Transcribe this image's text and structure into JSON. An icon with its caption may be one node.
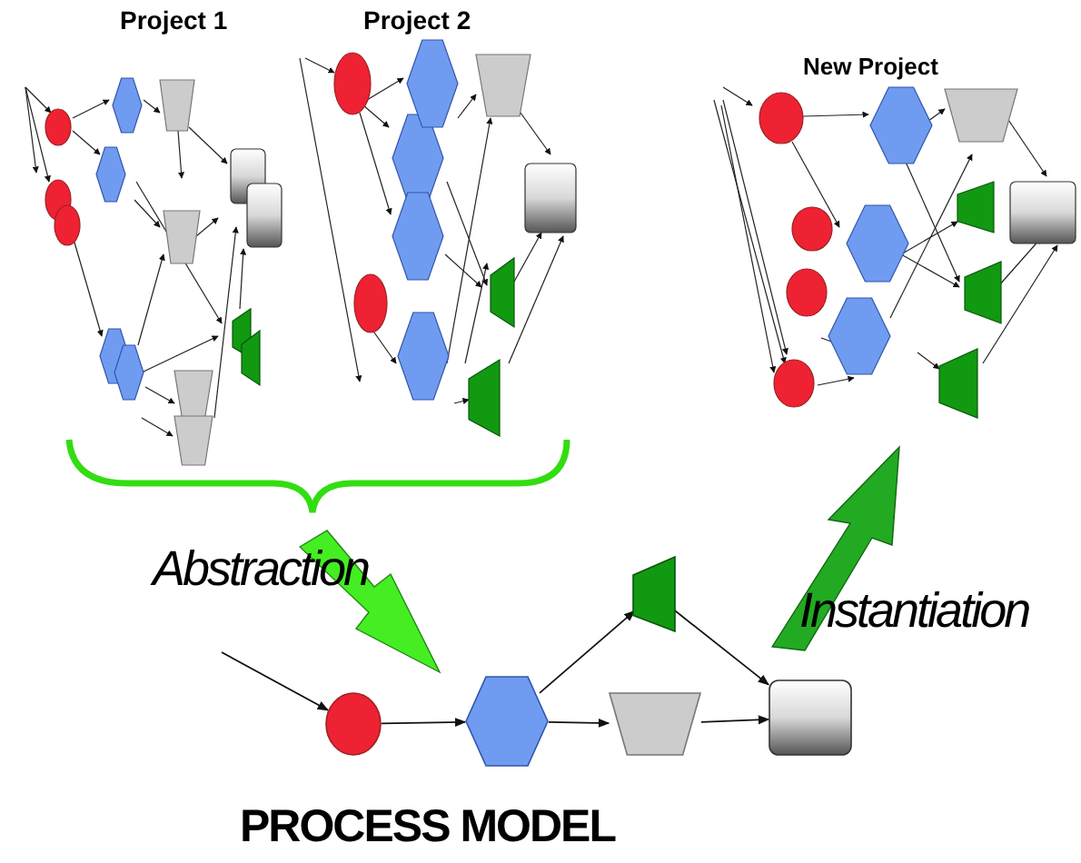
{
  "diagram": {
    "title": "PROCESS MODEL",
    "nodes": [
      {
        "text": [],
        "shape": "circle"
      },
      {
        "text": [],
        "shape": "hexagon"
      },
      {
        "text": [],
        "shape": "trapezoid"
      },
      {
        "text": [],
        "shape": "trapezoid"
      },
      {
        "text": [],
        "shape": "box"
      }
    ],
    "edges": [
      {
        "from": null,
        "to": 0,
        "arrow": "to"
      },
      {
        "from": 0,
        "to": 1,
        "arrow": "to"
      },
      {
        "from": 1,
        "to": 2,
        "arrow": "to"
      },
      {
        "from": 1,
        "to": 3,
        "arrow": "to"
      },
      {
        "from": 2,
        "to": 4,
        "arrow": "to"
      },
      {
        "from": 3,
        "to": 4,
        "arrow": "to"
      }
    ],
    "labels": [
      "Project 1",
      "Project 2",
      "New Project",
      "Abstraction",
      "Instantiation"
    ]
  }
}
